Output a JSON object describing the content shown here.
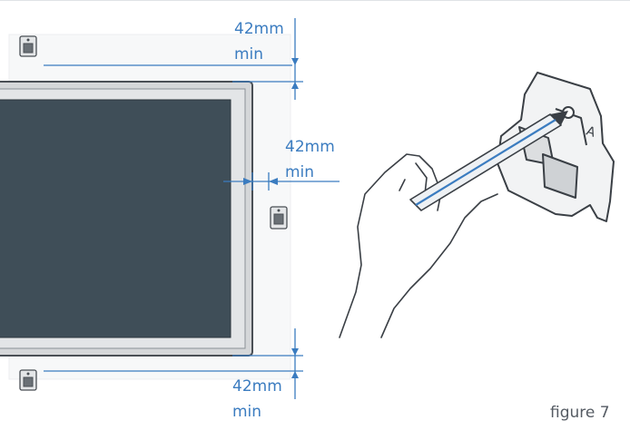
{
  "dimensions": {
    "top": {
      "value": "42mm",
      "unit_word": "min"
    },
    "side": {
      "value": "42mm",
      "unit_word": "min"
    },
    "bottom": {
      "value": "42mm",
      "unit_word": "min"
    }
  },
  "bracket_marking": "A",
  "caption": "figure 7",
  "colors": {
    "dimension_line": "#3b7cc0",
    "screen": "#3f4e58",
    "frame": "#d5d7d9",
    "outline": "#4a4f55"
  }
}
